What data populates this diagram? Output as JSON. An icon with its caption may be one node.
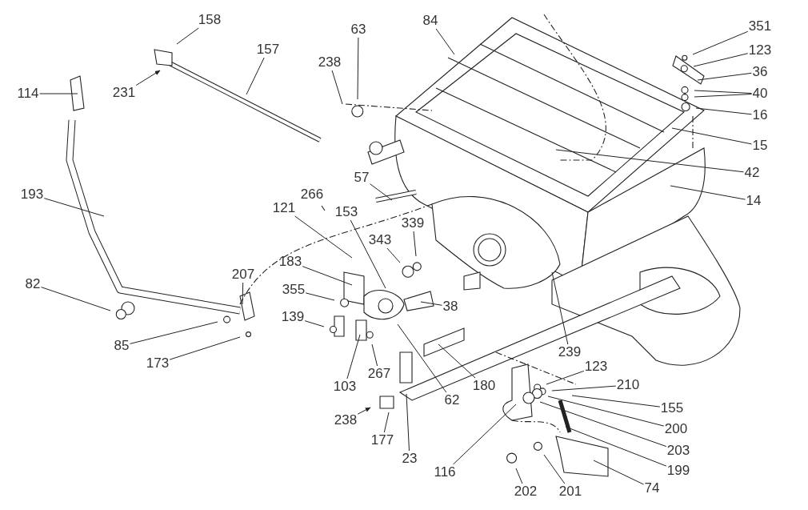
{
  "diagram": {
    "nodes": [
      {
        "text": [
          "158"
        ]
      },
      {
        "text": [
          "157"
        ]
      },
      {
        "text": [
          "231"
        ]
      },
      {
        "text": [
          "114"
        ]
      },
      {
        "text": [
          "63"
        ]
      },
      {
        "text": [
          "238"
        ]
      },
      {
        "text": [
          "84"
        ]
      },
      {
        "text": [
          "351"
        ]
      },
      {
        "text": [
          "123"
        ]
      },
      {
        "text": [
          "36"
        ]
      },
      {
        "text": [
          "40"
        ]
      },
      {
        "text": [
          "16"
        ]
      },
      {
        "text": [
          "15"
        ]
      },
      {
        "text": [
          "42"
        ]
      },
      {
        "text": [
          "14"
        ]
      },
      {
        "text": [
          "193"
        ]
      },
      {
        "text": [
          "57"
        ]
      },
      {
        "text": [
          "121"
        ]
      },
      {
        "text": [
          "153"
        ]
      },
      {
        "text": [
          "339"
        ]
      },
      {
        "text": [
          "343"
        ]
      },
      {
        "text": [
          "183"
        ]
      },
      {
        "text": [
          "207"
        ]
      },
      {
        "text": [
          "355"
        ]
      },
      {
        "text": [
          "82"
        ]
      },
      {
        "text": [
          "139"
        ]
      },
      {
        "text": [
          "38"
        ]
      },
      {
        "text": [
          "85"
        ]
      },
      {
        "text": [
          "173"
        ]
      },
      {
        "text": [
          "267"
        ]
      },
      {
        "text": [
          "103"
        ]
      },
      {
        "text": [
          "62"
        ]
      },
      {
        "text": [
          "180"
        ]
      },
      {
        "text": [
          "238"
        ]
      },
      {
        "text": [
          "177"
        ]
      },
      {
        "text": [
          "23"
        ]
      },
      {
        "text": [
          "116"
        ]
      },
      {
        "text": [
          "239"
        ]
      },
      {
        "text": [
          "123"
        ]
      },
      {
        "text": [
          "210"
        ]
      },
      {
        "text": [
          "155"
        ]
      },
      {
        "text": [
          "200"
        ]
      },
      {
        "text": [
          "203"
        ]
      },
      {
        "text": [
          "199"
        ]
      },
      {
        "text": [
          "74"
        ]
      },
      {
        "text": [
          "202"
        ]
      },
      {
        "text": [
          "201"
        ]
      }
    ],
    "edges": [
      {
        "from": 0,
        "to": null,
        "arrow": "none"
      },
      {
        "from": 1,
        "to": null,
        "arrow": "none"
      },
      {
        "from": 2,
        "to": null,
        "arrow": "to"
      },
      {
        "from": 3,
        "to": null,
        "arrow": "none"
      },
      {
        "from": 4,
        "to": null,
        "arrow": "none"
      },
      {
        "from": 5,
        "to": null,
        "arrow": "none"
      },
      {
        "from": 6,
        "to": null,
        "arrow": "none"
      },
      {
        "from": 7,
        "to": null,
        "arrow": "none"
      },
      {
        "from": 8,
        "to": null,
        "arrow": "none"
      },
      {
        "from": 9,
        "to": null,
        "arrow": "none"
      },
      {
        "from": 10,
        "to": null,
        "arrow": "none"
      },
      {
        "from": 10,
        "to": null,
        "arrow": "none"
      },
      {
        "from": 11,
        "to": null,
        "arrow": "none"
      },
      {
        "from": 12,
        "to": null,
        "arrow": "none"
      },
      {
        "from": 13,
        "to": null,
        "arrow": "none"
      },
      {
        "from": 14,
        "to": null,
        "arrow": "none"
      },
      {
        "from": 15,
        "to": null,
        "arrow": "none"
      },
      {
        "from": 16,
        "to": null,
        "arrow": "none"
      },
      {
        "from": 17,
        "to": null,
        "arrow": "none"
      },
      {
        "from": 18,
        "to": null,
        "arrow": "none"
      },
      {
        "from": 19,
        "to": null,
        "arrow": "none"
      },
      {
        "from": 20,
        "to": null,
        "arrow": "none"
      },
      {
        "from": 21,
        "to": null,
        "arrow": "none"
      },
      {
        "from": 22,
        "to": null,
        "arrow": "none"
      },
      {
        "from": 23,
        "to": null,
        "arrow": "none"
      },
      {
        "from": 24,
        "to": null,
        "arrow": "none"
      },
      {
        "from": 25,
        "to": null,
        "arrow": "none"
      },
      {
        "from": 26,
        "to": null,
        "arrow": "none"
      },
      {
        "from": 27,
        "to": null,
        "arrow": "none"
      },
      {
        "from": 28,
        "to": null,
        "arrow": "none"
      },
      {
        "from": 29,
        "to": null,
        "arrow": "none"
      },
      {
        "from": 30,
        "to": null,
        "arrow": "none"
      },
      {
        "from": 31,
        "to": null,
        "arrow": "none"
      },
      {
        "from": 32,
        "to": null,
        "arrow": "none"
      },
      {
        "from": 33,
        "to": null,
        "arrow": "to"
      },
      {
        "from": 34,
        "to": null,
        "arrow": "none"
      },
      {
        "from": 35,
        "to": null,
        "arrow": "none"
      },
      {
        "from": 36,
        "to": null,
        "arrow": "none"
      },
      {
        "from": 37,
        "to": null,
        "arrow": "none"
      },
      {
        "from": 38,
        "to": null,
        "arrow": "none"
      },
      {
        "from": 39,
        "to": null,
        "arrow": "none"
      },
      {
        "from": 40,
        "to": null,
        "arrow": "none"
      },
      {
        "from": 41,
        "to": null,
        "arrow": "none"
      },
      {
        "from": 42,
        "to": null,
        "arrow": "none"
      },
      {
        "from": 43,
        "to": null,
        "arrow": "none"
      },
      {
        "from": 44,
        "to": null,
        "arrow": "none"
      },
      {
        "from": 45,
        "to": null,
        "arrow": "none"
      },
      {
        "from": 46,
        "to": null,
        "arrow": "none"
      }
    ],
    "labels": [
      "266"
    ]
  }
}
